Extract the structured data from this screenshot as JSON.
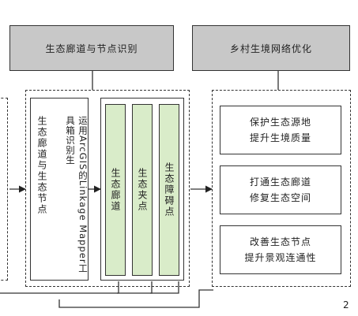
{
  "headers": {
    "left": "生态廊道与节点识别",
    "right": "乡村生境网络优化"
  },
  "identify": {
    "col_a": "生态廊道与生态节点",
    "col_b": "运用ArcGIS的Linkage Mapper工具箱识别生"
  },
  "elements": [
    "生态廊道",
    "生态夹点",
    "生态障碍点"
  ],
  "optimize": [
    {
      "line1": "保护生态源地",
      "line2": "提升生境质量"
    },
    {
      "line1": "打通生态廊道",
      "line2": "修复生态空间"
    },
    {
      "line1": "改善生态节点",
      "line2": "提升景观连通性"
    }
  ],
  "page_number": "2"
}
